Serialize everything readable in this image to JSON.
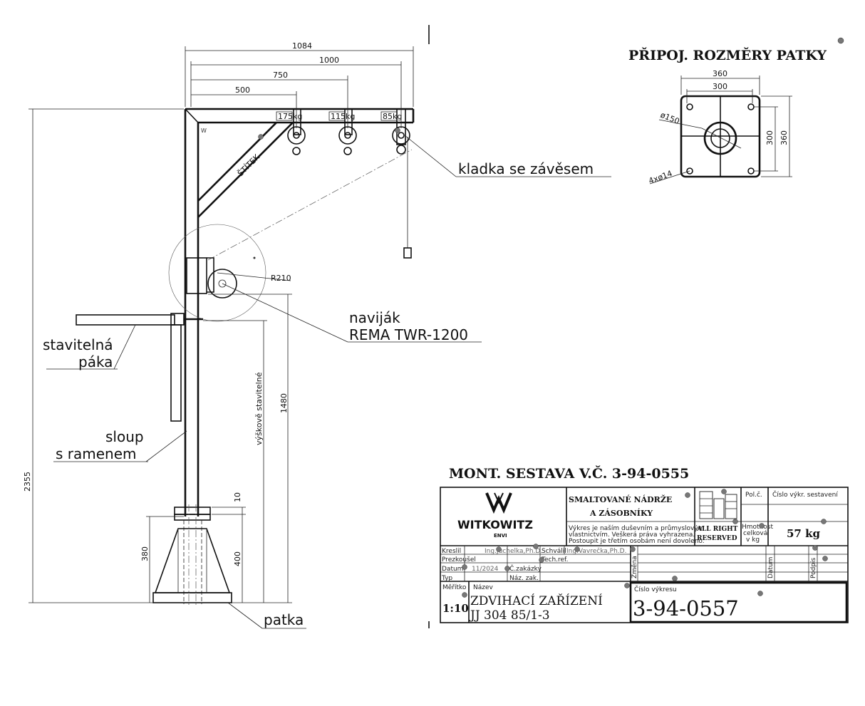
{
  "dimensions": {
    "width_1084": "1084",
    "width_1000": "1000",
    "width_750": "750",
    "width_500": "500",
    "height_2355": "2355",
    "height_1480": "1480",
    "height_400": "400",
    "height_380": "380",
    "height_10": "10",
    "vertical_adjust": "výškově stavitelné",
    "radius_210": "R210",
    "load_175": "175kg",
    "load_115": "115kg",
    "load_85": "85kg",
    "sign_label": "ŠTÍTEK"
  },
  "callouts": {
    "pulley": "kladka se závěsem",
    "winch_1": "naviják",
    "winch_2": "REMA TWR-1200",
    "lever_1": "stavitelná",
    "lever_2": "páka",
    "column_1": "sloup",
    "column_2": "s ramenem",
    "base": "patka"
  },
  "base_detail": {
    "title": "PŘIPOJ. ROZMĚRY PATKY",
    "outer_w": "360",
    "inner_w": "300",
    "outer_h": "360",
    "inner_h": "300",
    "hole_dia": "ø150",
    "bolt_holes": "4xø14"
  },
  "title_block": {
    "assembly_ref": "MONT. SESTAVA V.Č. 3-94-0555",
    "company": "WITKOWITZ",
    "company_sub": "ENVI",
    "company_line1": "SMALTOVANÉ NÁDRŽE",
    "company_line2": "A ZÁSOBNÍKY",
    "legal_1": "Výkres je naším duševním a průmyslovým",
    "legal_2": "vlastnictvím. Veškerá práva vyhrazena.",
    "legal_3": "Postoupit je třetím osobám není dovoleno.",
    "rights_1": "ALL RIGHT",
    "rights_2": "RESERVED",
    "pos_label": "Pol.č.",
    "assy_no_label": "Číslo výkr. sestavení",
    "mass_label_1": "Hmotnost",
    "mass_label_2": "celková",
    "mass_label_3": "v kg",
    "mass_value": "57 kg",
    "drawn_label": "Kreslil",
    "drawn_value": "Ing.Juchelka,Ph.D.",
    "approved_label": "Schválil",
    "approved_value": "Ing.Vavrečka,Ph.D.",
    "checked_label": "Prezkoušel",
    "tech_label": "Tech.ref.",
    "date_label": "Datum",
    "date_value": "11/2024",
    "order_label": "Č.zakázky",
    "type_label": "Typ",
    "order_name_label": "Náz. zak.",
    "change_label": "Změna",
    "datum_label": "Datum",
    "sign_label": "Podpis",
    "scale_label": "Měřítko",
    "scale_value": "1:10",
    "name_label": "Název",
    "name_1": "ZDVIHACÍ ZAŘÍZENÍ",
    "name_2": "JJ 304 85/1-3",
    "drawing_no_label": "Číslo výkresu",
    "drawing_no": "3-94-0557"
  }
}
